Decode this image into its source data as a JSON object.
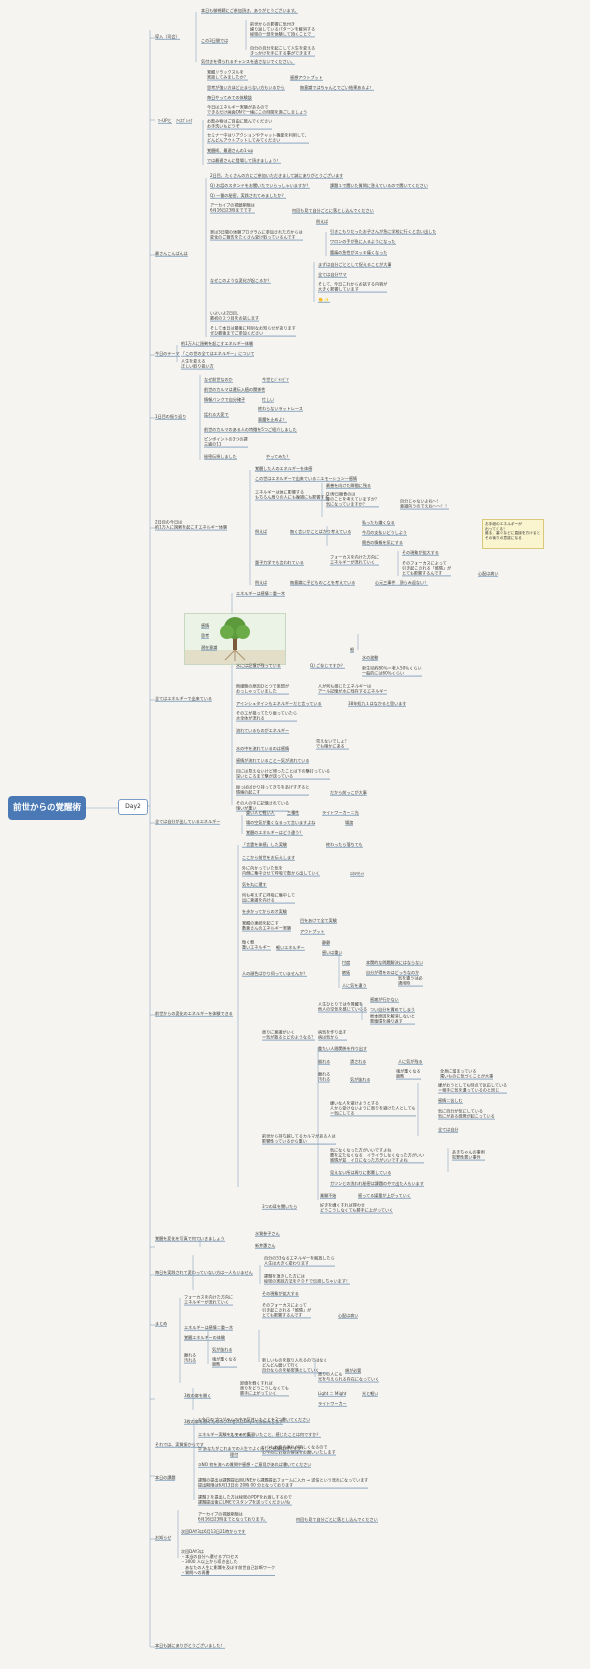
{
  "root_title": "前世からの覚醒術",
  "day_label": "Day2",
  "note": "お手紙のエネルギーが\n出ってくる！\n誰る、塞ぐなどに直接を方けると\nその後りの意欲になる",
  "nodes": {
    "b1": "導入（司会）",
    "b1a": "本日も御視聴にご参加頂き、ありがとうございます。",
    "b1b": "この3日間では",
    "b1b1": "前世からの影響に気付き\n繰り返しているパターンを解消する\n秘密の一部を体験して頂くことで",
    "b1b2": "自分の自分を起こして人生を変える\nきっかけを手にする事ができます",
    "b1c": "気付きを得られるチャンスを逃さないでください。",
    "b2": "ｱｲｽﾌﾞﾚｲｸ",
    "b2pre": "ﾂｰUPと",
    "b2a": "覚醒リラックスルを\n実践してみましたか？",
    "b2a1": "感想アウトプット",
    "b2b": "思考が強い方ほど止まらない方もいるから",
    "b2b1": "無意識ではちゃんとでごい結果あるよ！",
    "b2c": "毎日やってみての体験談",
    "b2d": "今日はエネルギー実験があるので\nできるだけ画面ONで一緒にこの時間を過ごしましょう",
    "b2e": "お飲み物はご自由に飲んでください\nお手洗いもどうぞ",
    "b2f": "セミナー中はリアクションやチャット機能を利用して、\nどんどんアウトプットしてみてください",
    "b2g": "覚醒術、最適さんの1-up",
    "b2h": "では最適さんに登場して頂きましょう！",
    "b3": "最さんこんばんは",
    "b3a": "2日目、たくさんの方にご参加いただきまして誠にありがとうございます",
    "b3b": "Q) お話のスタンドをお聞いたでいらっしゃいますか？",
    "b3b1": "課題１で聞いた質問に答えているので聞いてください",
    "b3c": "Q) 一番の秘密、実践されてみましたか？",
    "b3d": "アーカイブの視聴期限は\n6月16日23時までです",
    "b3d1": "何回も見て自分ごとに落とし込んでください",
    "b3e": "実は3日間の体験プログラムに参加された方からは\n変化のご報告をたくさん受け取っているんです",
    "b3e1": "例えば",
    "b3e1a": "引きこもりだったお子さんが急に学校に行くと言い出した",
    "b3e1b": "ワロンの手が急に入るようになった",
    "b3e1c": "腰痛の急性がスッキ痛くなった",
    "b3f": "なぜこのような変化が起こるか？",
    "b3f1": "まずは自分ごととして捉えることが大事",
    "b3f2": "全ては自分サマ",
    "b3f3": "そして、今日これからお話する内容が\n大きく影響しています",
    "b3f4": "👏 ✨",
    "b3g": "いよいよ2日目、\n最初の２つ目をお話します",
    "b3h": "そして本日は最後に特別なお知らせがあります\nぜひ最後までご参加ください",
    "b4": "今日のテーマ",
    "b4a": "約1万人に過剰を起こすエネルギー体験",
    "b4b": "「この世の全てはエネルギー」について",
    "b4c": "人生を変える\n正しい取り扱い方",
    "b5": "1日目の振り返り",
    "b5a": "なぜ前世なのか",
    "b5a1": "今世とｼﾞﾃﾝﾋﾟｱ",
    "b5b": "前世のカルマは遺伝入植の関係性",
    "b5c": "情報バンクで自分確子",
    "b5c1": "忙しい",
    "b5d": "話れる大変で",
    "b5d1": "終わらないラットレース",
    "b5d2": "悪魔を止めよ！",
    "b5e": "前世のカルマのある人の特徴を5つご紹介しました",
    "b5f": "ピンポイントの3つの課\n三盛の11",
    "b5g": "秘密伝授しました",
    "b5g1": "やってみた？",
    "b6": "2日目の今日は\n約1万人に過剰を起こすエネルギー体験",
    "b6a": "覚醒した人のエネルギーを体感",
    "b6b": "この世はエネルギーで出来ている＝エモーション一感情",
    "b6c": "エネルギーは体に影響する\nもちろん周りの人にも複雑にも影響する",
    "b6c1": "最善を向けた瞬間に残る",
    "b6c2": "Q)寿日頼食のは\n誰のことを考えていますか？\n気になっていますか？",
    "b6c3": "自分じゃないよね〜！\n意識向うのでえね〜〜！！",
    "b6d": "例えば",
    "b6d1": "無く言いかことばかり考えている",
    "b6d1a": "私ったも嫌くなる",
    "b6d1b": "今月の支払いどうしよう",
    "b6d1c": "競合の情報を気にする",
    "b6e": "量子力学でも言われている",
    "b6e1": "フォーカスを向けた方向に\nエネルギーが流れていく",
    "b6e1a": "その現象が拡大する",
    "b6e1b": "そのフォーカスによって\n引き起こされる「感情」が\nとても影響するんです",
    "b6e1c": "心配は病い",
    "b6f": "例えば",
    "b6f1": "無意識に子どものことを考えている",
    "b6f2": "心元三事件　頂らみ返ない！",
    "b7": "全てはエネルギーで出来ている",
    "b7a": "エネルギーは感情＝重ー木",
    "b7tree1": "感情",
    "b7tree2": "思考",
    "b7tree3": "潜在意識",
    "b7tree4": "根",
    "b7b": "水には記憶が残っている",
    "b7b1": "Q) ご存じですか？",
    "b7b1a": "水の波動",
    "b7b1b": "新生児約80％＝老人50％くらい\n一般的には60％くらい",
    "b7c": "無細胞の原因ひとつで思想が\nおっしゃっていました",
    "b7c1": "人が何も感じたエネルギーは\nアール記憶が水に残存するエネルギー",
    "b7d": "アインシュタインもエネルギーだと言っている",
    "b7d1": "38年処九１はなかると思います",
    "b7e": "そのエが揺ってたり振っていたら\n水全体が流れる",
    "b7f": "流れているものがエネルギー",
    "b7g": "水の中を流れているのは感情",
    "b7g1": "見えないでしょ？\nでも確かにある",
    "b7h": "感情が流れていることー気が流れている",
    "b7i": "目には見えないけど帰ったことは下の撃打っている\n深いところまで撃が送っている",
    "b7j": "振っぱばかり持ってきちをあげすぎると\n情緒の起こす",
    "b7j1": "だから前っこが大事",
    "b7k": "その人の中に記憶されている\n塊いが重い",
    "b8": "全ては自分が出しているエネルギー",
    "b8a": "重い人と軽い人",
    "b8a1": "三種性",
    "b8a2": "ライトワーカー＝光",
    "b8b": "場の空気が重くなるって言いますよね",
    "b8b1": "場渡",
    "b8c": "覚醒のエネルギーはどう違う？",
    "b9": "前世からの変化のエネルギーを体験できる",
    "b9a": "「言霊を体感」した実験",
    "b9a1": "終わったら落ちても",
    "b9b": "ここから前世をお伝えします",
    "b9c": "外に向かっていた気を\n内側に集中させて呼吸で数から出していく",
    "b9c1": "ｴﾈﾙﾘｾｯﾄ",
    "b9d": "気を丸に還す",
    "b9e": "何も考えずに呼吸に集中して\n出に意識を向ける",
    "b9f": "を歩かってからのオ実験",
    "b9g": "覚醒の連続を起こす\n敷意さんのエネルギー実験",
    "b9g1": "目をあけて全て実験",
    "b9g2": "アウトプット",
    "b9h": "微く軽\n重いエネルギー",
    "b9h1": "軽いエネルギー",
    "b9h2": "静静",
    "b9h3": "感いは重い",
    "b9i": "人の顔色ばかり伺っていませんか？",
    "b9i1": "忖度",
    "b9i1a": "本関的な問題解決にはならない",
    "b9i2": "嫉妬",
    "b9i2a": "自分が得をのはどっちなのか",
    "b9i3": "人に気を遣う",
    "b9i3a": "気を遣うは必\n通用時",
    "b9j": "周りに意識がいく\n＝気が散るとどのようなる？",
    "b9j1": "人生ひとりでは今覚醒を\n他人の空気を感じていらる",
    "b9j1a": "感謝が行かない",
    "b9j1b": "つい自分を責めてしまう",
    "b9j1c": "根本原因を解消しないと\n悪循環を繰り返す",
    "b9j2": "病気を作り出す\n病は気から",
    "b9j3": "重たい人間関係を作り出す",
    "b9j4": "崩れる",
    "b9j4a": "潰される",
    "b9j4b": "人に気が残る",
    "b9j5": "離れる\n汚れる",
    "b9j5a": "気が抜れる",
    "b9j5b": "魂が重くなる\n腐敗",
    "b9j5c": "全身に溜まっている\n濁いものに気づくことが大事",
    "b9k": "前世から持ち越してるカルマがある人は\n影響性っているから重い",
    "b9k1": "嫌いな人を避けようとする\n人から受けないように周りを避けた人としても\n＝気にしてる",
    "b9k1a": "嫌がおうとしても時点で反応している\n＝相手に気を遣っているのと同じ",
    "b9k1b": "感情＝苦しむ",
    "b9k1c": "気に自分が気にしている\n気にがある感覚が起こっている",
    "b9k1d": "全ては自分",
    "b9k2": "気になくなった方がいいですよね\n腰を立たなくなる　イライラしなくなった方がいい\n感情が並　イロになった方がいいですよね",
    "b9k2a": "あきちゃんの事例\n犯罪性悪い事件",
    "b9k3": "見えない所は周りに影響している",
    "b9k4": "ガツンとの洗われ秘密は課題のやで出た人もいます",
    "b9l": "3つの耳を聞いたら",
    "b9l1": "業験不始",
    "b9l1a": "感ってる媒量が上がっていく",
    "b9l2": "好きを嫌くすれば得わせ\nどうこうしなくても勝手に上がっていく",
    "b10": "覚醒を変化を写真で何ていきましょう",
    "b10a": "水質参子さん",
    "b10b": "新井惠さん",
    "b11": "毎日を実践されて変わっていない方は一人もいません",
    "b11a": "自分の53なるエネルギーを解放したら\n人生は大きく変わります",
    "b11b": "課題を頂きした方には\n秘密の実践方法をＰＤＦで伝授しちゃいます！",
    "b12": "まとめ",
    "b12a": "フォーカスを向けた方向に\nエネルギーが流れていく",
    "b12a1": "その現象が拡大する",
    "b12a2": "そのフォーカスによって\n引き起こされる「感情」が\nとても影響するんです",
    "b12a3": "心配は病い",
    "b12b": "エネルギーは感情＝重ー木",
    "b12c": "覚醒エネルギーの体験",
    "b12d": "離れる\n汚れる",
    "b12d1": "気が抜れる",
    "b12d2": "魂が重くなる\n腐敗",
    "b12d3": "新しいものを取り入れるのではなく\nどんどん磨いて行く\n自分ならのを秘密落としていく",
    "b12d4": "順が必要",
    "b12e": "3枚の扉を開く",
    "b12e1": "卸値を軽くすれば\n周りをどうこうしなくても\n勝手に上がっていく",
    "b12e1a": "周りの人にも\n光を与えられる存在になっていく",
    "b12e1b": "Light ＝ Might",
    "b12e1c": "光と軽い",
    "b12e1d": "ライトワーカー",
    "b12f": "3枚の扉を開くためのプロセスはDay3でお伝えします",
    "b13": "それでは、実質振からです",
    "b13a": "スライド表示",
    "b13b": "理付",
    "b13b1": "いつもお疲の連れが新しくなるので\nお早めにお取の確保をお願いいたします",
    "b14": "本日の課題",
    "b14a": "①今日のプログラムの中で気付いたことを2つ書いてください",
    "b14b": "エネルギー実験をしてみて気づいたこと、感じたことは何ですか？",
    "b14c": "② あなたがこれまでの人生でよく感じた感情は何ですか？",
    "b14d": "③NO 何を流への質問や感想・ご意見があれば書いてください",
    "b14e": "課題の提出は課題提出用LINEから課題提出フォームに入力 → 送信という流れになっています\n提出期限は6月13日の 20時 00 分となっております",
    "b14f": "課題２を提出した方は秘密のPDFをお渡しするので\n課題提出後にLINEでスタンプを送ってください/ね",
    "b14g": "アーカイブの視聴期限は\n6月16日23時までとなっております。",
    "b14g1": "何回も見て自分ごとに落とし込んでください",
    "b15": "お知らせ",
    "b15a": "次回DAY3は6月13日21時からです",
    "b15b": "次回DAY3は\n・本当の自分へ還せるプロセス\n・3000 人以上から導き出した\n　あなたの人生に影響を及ぼす前世自己診断ワーク\n・質問への再書",
    "b16": "本日も誠にありがとうございました！"
  },
  "colors": {
    "root": "#4a79b5",
    "line": "#8aa6c0",
    "note_bg": "#fbf5cf",
    "background": "#f5f4f0"
  }
}
